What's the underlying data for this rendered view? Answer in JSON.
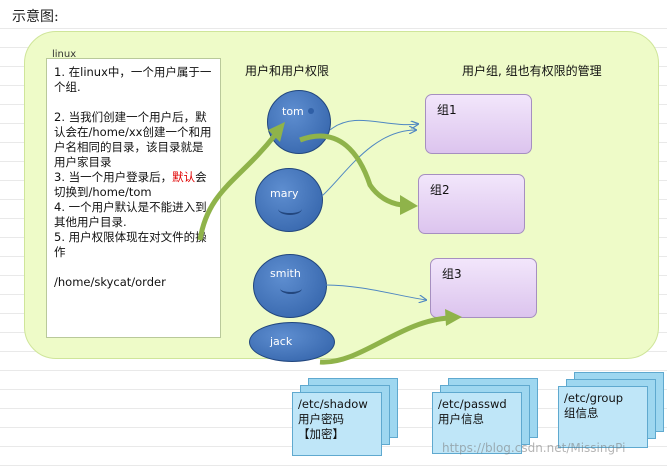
{
  "page_title": "示意图:",
  "panel_label": "linux",
  "notes": {
    "item1": "1. 在linux中，一个用户属于一个组.",
    "item2": "2. 当我们创建一个用户后，默认会在/home/xx创建一个和用户名相同的目录，该目录就是用户家目录",
    "item3_before": "3. 当一个用户登录后，",
    "item3_red": "默认",
    "item3_after": "会切换到/home/tom",
    "item4": "4. 一个用户默认是不能进入到其他用户目录.",
    "item5": "5. 用户权限体现在对文件的操作",
    "path": "/home/skycat/order"
  },
  "headers": {
    "users": "用户和用户权限",
    "groups": "用户组, 组也有权限的管理"
  },
  "users": [
    "tom",
    "mary",
    "smith",
    "jack"
  ],
  "groups": [
    "组1",
    "组2",
    "组3"
  ],
  "files": {
    "shadow": [
      "/etc/shadow",
      "用户密码",
      "【加密】"
    ],
    "passwd": [
      "/etc/passwd",
      "用户信息"
    ],
    "group": [
      "/etc/group",
      "组信息"
    ]
  },
  "watermark": "https://blog.csdn.net/MissingPi",
  "colors": {
    "panel": "#eefbc8",
    "user_fill": "#4a78bd",
    "group_fill": "#e7d5f5",
    "file_fill": "#bfe6f8",
    "arrow_green": "#8fb34a",
    "thin_arrow": "#4f87c2"
  }
}
